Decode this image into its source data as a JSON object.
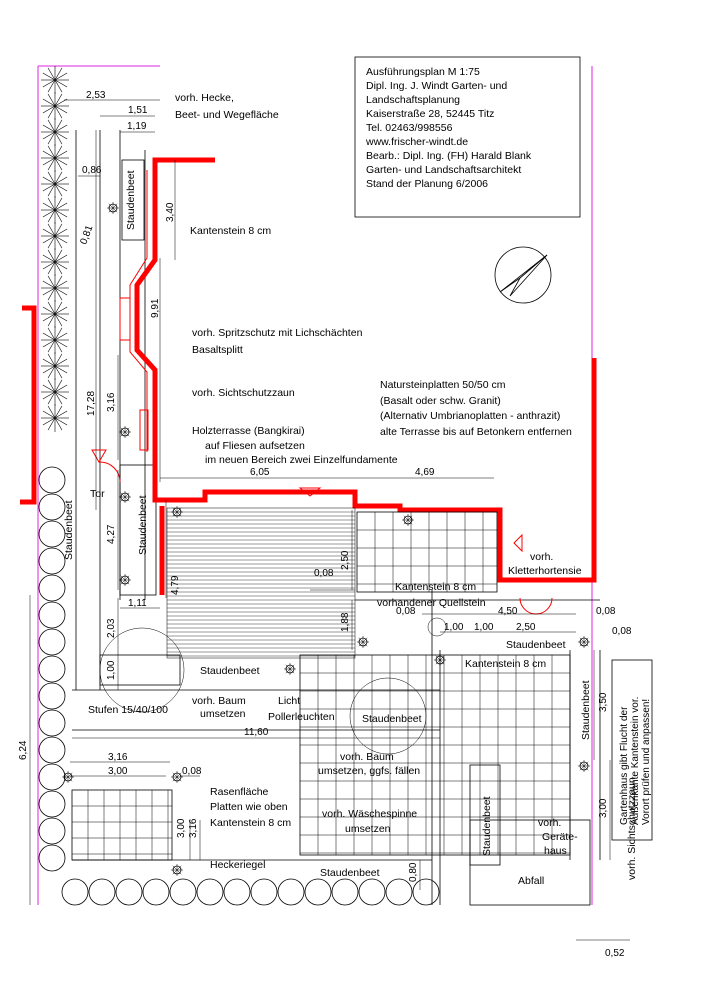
{
  "title_block": {
    "lines": [
      "Ausführungsplan M 1:75",
      "Dipl. Ing. J. Windt Garten- und",
      "Landschaftsplanung",
      "Kaiserstraße 28, 52445 Titz",
      "Tel. 02463/998556",
      "www.frischer-windt.de",
      "Bearb.: Dipl. Ing. (FH) Harald Blank",
      "Garten- und Landschaftsarchitekt",
      "Stand der Planung 6/2006"
    ]
  },
  "labels": {
    "hecke_1": "vorh. Hecke,",
    "hecke_2": "Beet- und Wegefläche",
    "kantenstein_top": "Kantenstein  8 cm",
    "spritzschutz": "vorh. Spritzschutz mit Lichschächten",
    "basaltsplitt": "Basaltsplitt",
    "sichtschutzzaun": "vorh. Sichtschutzzaun",
    "naturstein_1": "Natursteinplatten  50/50 cm",
    "naturstein_2": "(Basalt oder schw. Granit)",
    "naturstein_3": "(Alternativ Umbrianoplatten - anthrazit)",
    "naturstein_4": "alte Terrasse bis auf Betonkern entfernen",
    "holzterrasse_1": "Holzterrasse (Bangkirai)",
    "holzterrasse_2": "auf Fliesen aufsetzen",
    "holzterrasse_3": "im neuen Bereich zwei Einzelfundamente",
    "tor": "Tor",
    "staudenbeet": "Staudenbeet",
    "kletterhortensie_1": "vorh.",
    "kletterhortensie_2": "Kletterhortensie",
    "kantenstein_mid": "Kantenstein 8 cm",
    "quellstein": "vorhandener Quellstein",
    "kantenstein_right": "Kantenstein 8 cm",
    "baum_1": "vorh. Baum",
    "baum_2": "umsetzen",
    "licht_1": "Licht",
    "licht_2": "Pollerleuchten",
    "stufen": "Stufen 15/40/100",
    "baum2_1": "vorh. Baum",
    "baum2_2": "umsetzen, ggfs. fällen",
    "rasen": "Rasenfläche",
    "platten": "Platten wie oben",
    "kantenstein_low": "Kantenstein 8 cm",
    "waesche_1": "vorh. Wäschespinne",
    "waesche_2": "umsetzen",
    "heckeriegel": "Heckeriegel",
    "geraete_1": "vorh.",
    "geraete_2": "Geräte-",
    "geraete_3": "haus",
    "abfall": "Abfall",
    "gartenhaus_1": "Gartenhaus gibt Flucht der",
    "gartenhaus_2": "Außenkante Kantenstein vor.",
    "gartenhaus_3": "Vorort prüfen und anpassen!",
    "sichtschutz_right": "vorh. Sichtschutzzaun"
  },
  "dimensions": {
    "d253": "2,53",
    "d151": "1,51",
    "d119": "1,19",
    "d086": "0,86",
    "d081": "0,81",
    "d340": "3,40",
    "d991": "9,91",
    "d1728": "17,28",
    "d316a": "3,16",
    "d427": "4,27",
    "d479": "4,79",
    "d111": "1,11",
    "d203": "2,03",
    "d100a": "1,00",
    "d605": "6,05",
    "d469": "4,69",
    "d250a": "2,50",
    "d008a": "0,08",
    "d188": "1,88",
    "d008b": "0,08",
    "d450": "4,50",
    "d008c": "0,08",
    "d008d": "0,08",
    "d100b": "1,00",
    "d100c": "1,00",
    "d250b": "2,50",
    "d1160": "11,60",
    "d624": "6,24",
    "d316b": "3,16",
    "d300a": "3,00",
    "d008e": "0,08",
    "d300b": "3,00",
    "d316c": "3,16",
    "d080": "0,80",
    "d350": "3,50",
    "d300c": "3,00",
    "d052": "0,52"
  }
}
